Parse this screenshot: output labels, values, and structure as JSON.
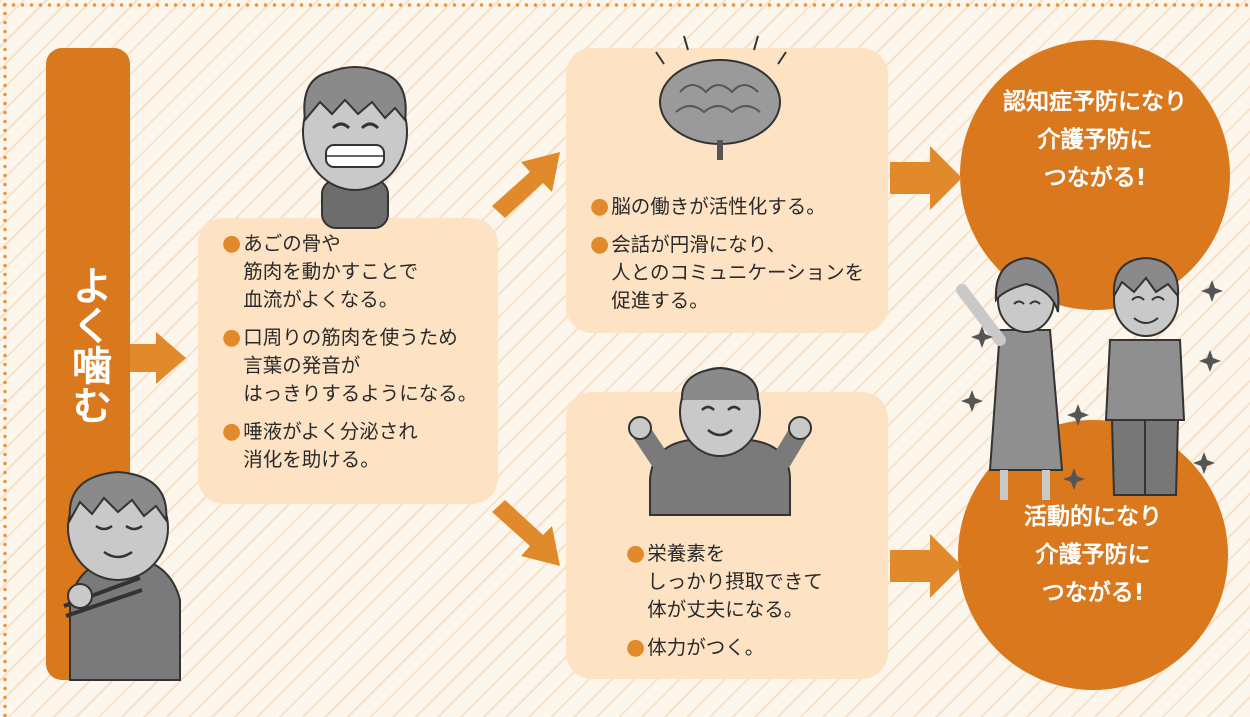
{
  "colors": {
    "orange_dark": "#d9781c",
    "orange_arrow": "#e08a2c",
    "box_fill": "#fde3c4",
    "background": "#fdf6ec",
    "text": "#2a2a2a",
    "white": "#ffffff"
  },
  "left_label": "よく噛む",
  "boxes": {
    "chewing_effects": [
      "あごの骨や\n筋肉を動かすことで\n血流がよくなる。",
      "口周りの筋肉を使うため\n言葉の発音が\nはっきりするようになる。",
      "唾液がよく分泌され\n消化を助ける。"
    ],
    "brain_effects": [
      "脳の働きが活性化する。",
      "会話が円滑になり、\n人とのコミュニケーションを\n促進する。"
    ],
    "body_effects": [
      "栄養素を\nしっかり摂取できて\n体が丈夫になる。",
      "体力がつく。"
    ]
  },
  "outcomes": {
    "top": "認知症予防になり\n介護予防に\nつながる!",
    "bottom": "活動的になり\n介護予防に\nつながる!"
  },
  "illustrations": [
    "elderly-man-eating-icon",
    "elderly-man-grinning-icon",
    "brain-icon",
    "elderly-man-flexing-icon",
    "elderly-couple-cheering-icon"
  ]
}
